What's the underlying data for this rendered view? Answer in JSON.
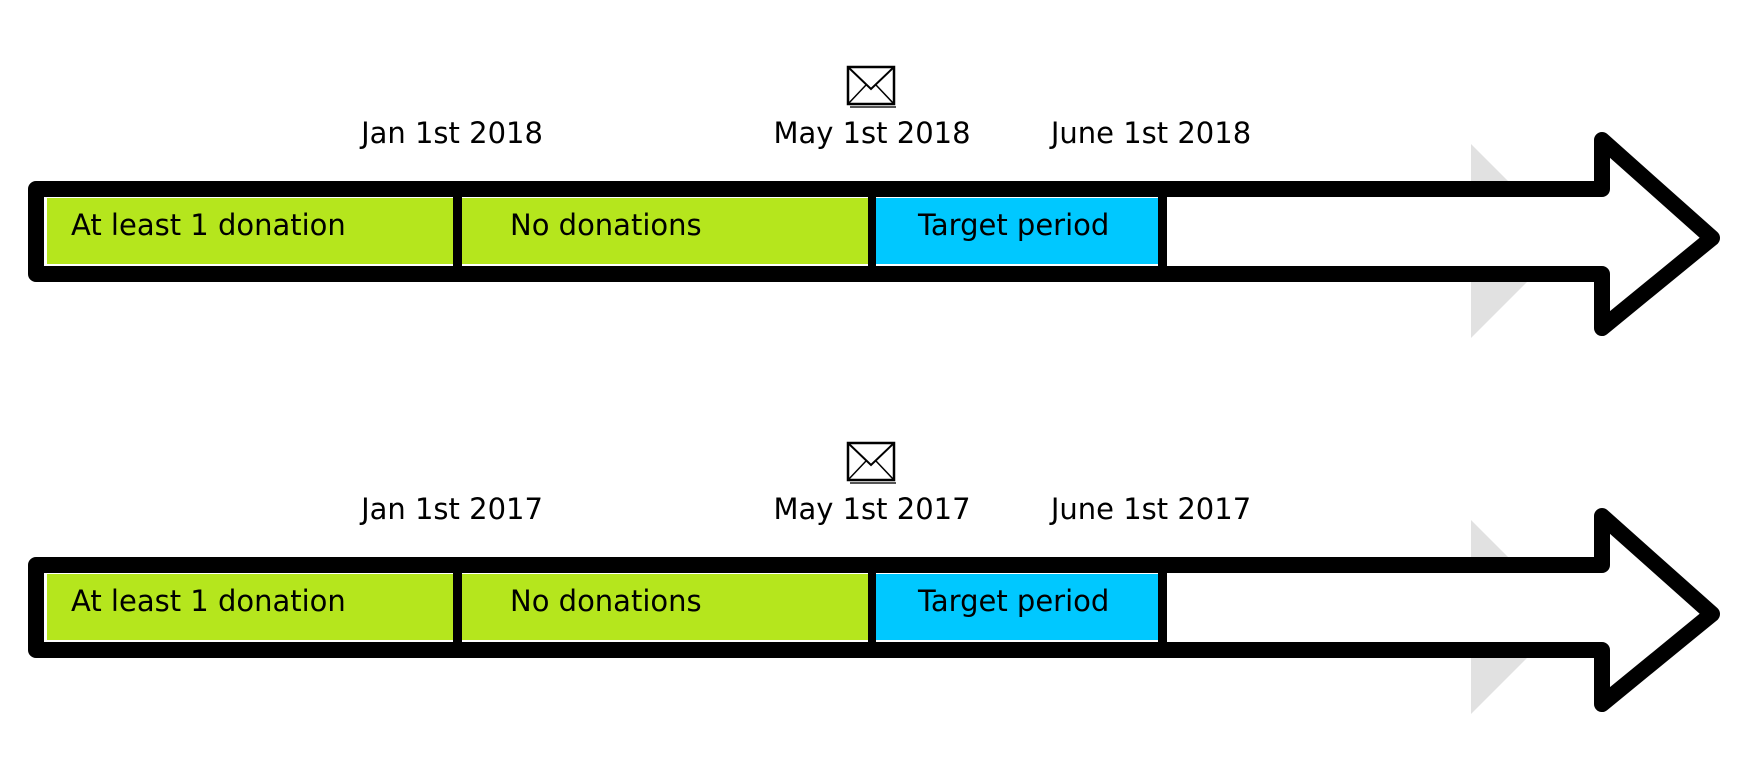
{
  "colors": {
    "donation_segment": "#b5e61d",
    "target_segment": "#00c8ff",
    "arrow_outline": "#000000",
    "arrow_fill": "#ffffff"
  },
  "timelines": [
    {
      "dates": {
        "jan": "Jan 1st 2018",
        "may": "May 1st 2018",
        "june": "June 1st 2018"
      },
      "segments": {
        "at_least": "At least 1 donation",
        "none": "No donations",
        "target": "Target period"
      },
      "mail_icon": "envelope-icon"
    },
    {
      "dates": {
        "jan": "Jan 1st 2017",
        "may": "May 1st 2017",
        "june": "June 1st 2017"
      },
      "segments": {
        "at_least": "At least 1 donation",
        "none": "No donations",
        "target": "Target period"
      },
      "mail_icon": "envelope-icon"
    }
  ]
}
